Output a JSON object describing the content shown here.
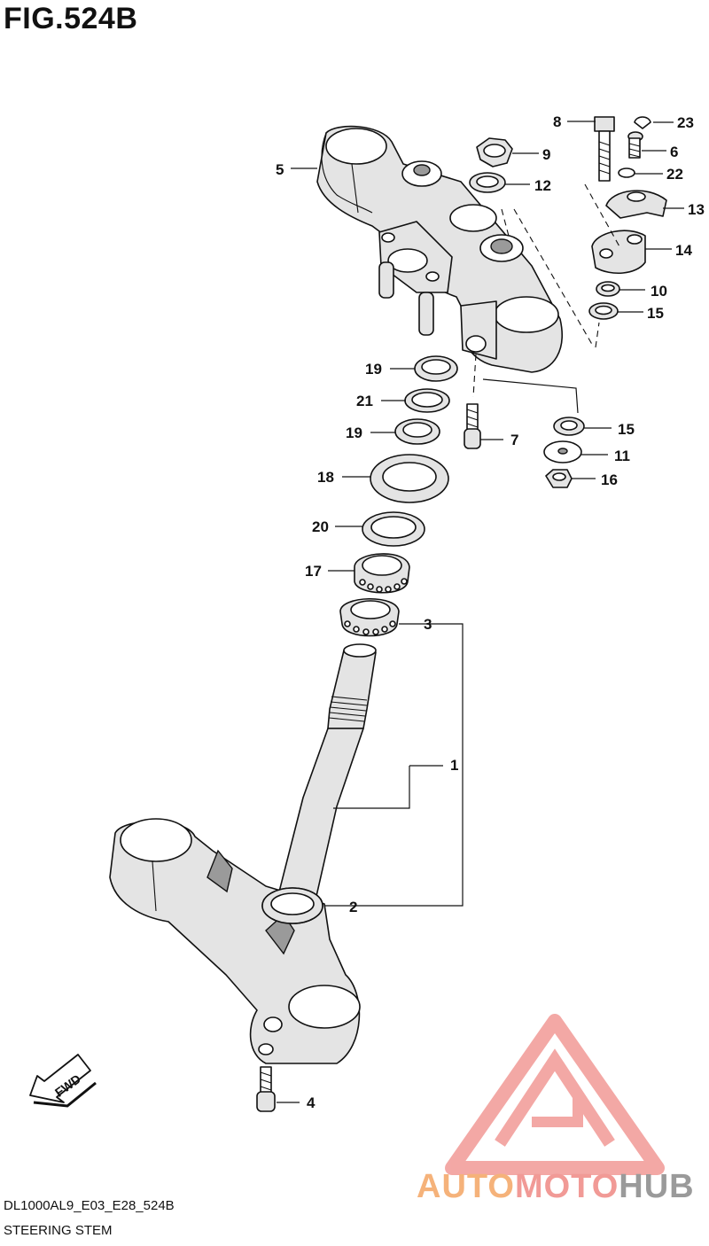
{
  "figure": {
    "title": "FIG.524B",
    "code": "DL1000AL9_E03_E28_524B",
    "caption": "STEERING STEM"
  },
  "fwd_label": "FWD",
  "watermark": {
    "part1": "AUTO",
    "part2": "MOTO",
    "part3": "HUB",
    "colors": {
      "logo": "#f19a96",
      "auto": "#f5b27a",
      "hub": "#9a9a9a"
    }
  },
  "callouts": {
    "c1": "1",
    "c2": "2",
    "c3": "3",
    "c4": "4",
    "c5": "5",
    "c6": "6",
    "c7": "7",
    "c8": "8",
    "c9": "9",
    "c10": "10",
    "c11": "11",
    "c12": "12",
    "c13": "13",
    "c14": "14",
    "c15a": "15",
    "c15b": "15",
    "c16": "16",
    "c17": "17",
    "c18": "18",
    "c19a": "19",
    "c19b": "19",
    "c20": "20",
    "c21": "21",
    "c22": "22",
    "c23": "23"
  }
}
